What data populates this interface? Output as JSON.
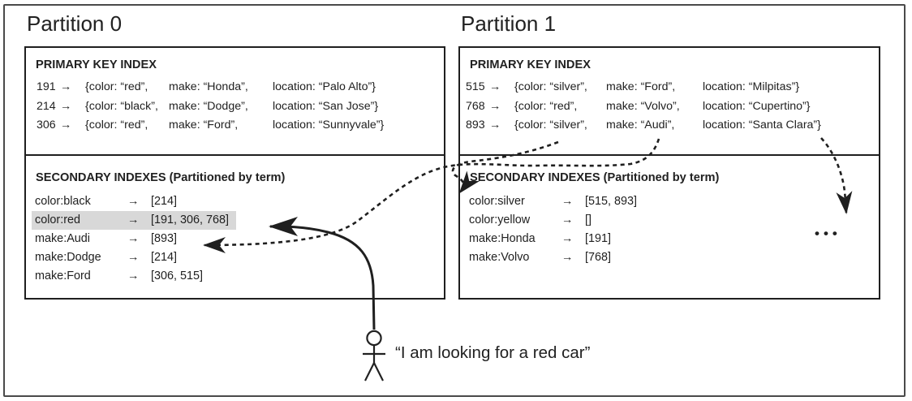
{
  "colors": {
    "ink": "#212121",
    "box_border": "#1f1f1f",
    "outer_frame": "#4a4a4a",
    "highlight_row": "#d8d8d8",
    "background": "#ffffff"
  },
  "labels": {
    "query_text": "“I am looking for a red car”",
    "more_partitions": "•••"
  },
  "partitions": [
    {
      "title": "Partition 0",
      "primary_header": "PRIMARY KEY INDEX",
      "primary_rows": [
        {
          "key": "191",
          "arrow": "→",
          "color": "{color: “red”,",
          "make": "make: “Honda”,",
          "location": "location: “Palo Alto”}"
        },
        {
          "key": "214",
          "arrow": "→",
          "color": "{color: “black”,",
          "make": "make: “Dodge”,",
          "location": "location: “San Jose”}"
        },
        {
          "key": "306",
          "arrow": "→",
          "color": "{color: “red”,",
          "make": "make: “Ford”,",
          "location": "location: “Sunnyvale”}"
        }
      ],
      "secondary_header": "SECONDARY INDEXES (Partitioned by term)",
      "secondary_rows": [
        {
          "term": "color:black",
          "arrow": "→",
          "ids": "[214]"
        },
        {
          "term": "color:red",
          "arrow": "→",
          "ids": "[191, 306, 768]"
        },
        {
          "term": "make:Audi",
          "arrow": "→",
          "ids": "[893]"
        },
        {
          "term": "make:Dodge",
          "arrow": "→",
          "ids": "[214]"
        },
        {
          "term": "make:Ford",
          "arrow": "→",
          "ids": "[306, 515]"
        }
      ],
      "highlighted_term": "color:red"
    },
    {
      "title": "Partition 1",
      "primary_header": "PRIMARY KEY INDEX",
      "primary_rows": [
        {
          "key": "515",
          "arrow": "→",
          "color": "{color: “silver”,",
          "make": "make: “Ford”,",
          "location": "location: “Milpitas”}"
        },
        {
          "key": "768",
          "arrow": "→",
          "color": "{color: “red”,",
          "make": "make: “Volvo”,",
          "location": "location: “Cupertino”}"
        },
        {
          "key": "893",
          "arrow": "→",
          "color": "{color: “silver”,",
          "make": "make: “Audi”,",
          "location": "location: “Santa Clara”}"
        }
      ],
      "secondary_header": "SECONDARY INDEXES (Partitioned by term)",
      "secondary_rows": [
        {
          "term": "color:silver",
          "arrow": "→",
          "ids": "[515, 893]"
        },
        {
          "term": "color:yellow",
          "arrow": "→",
          "ids": "[]"
        },
        {
          "term": "make:Honda",
          "arrow": "→",
          "ids": "[191]"
        },
        {
          "term": "make:Volvo",
          "arrow": "→",
          "ids": "[768]"
        }
      ],
      "highlighted_term": ""
    }
  ]
}
